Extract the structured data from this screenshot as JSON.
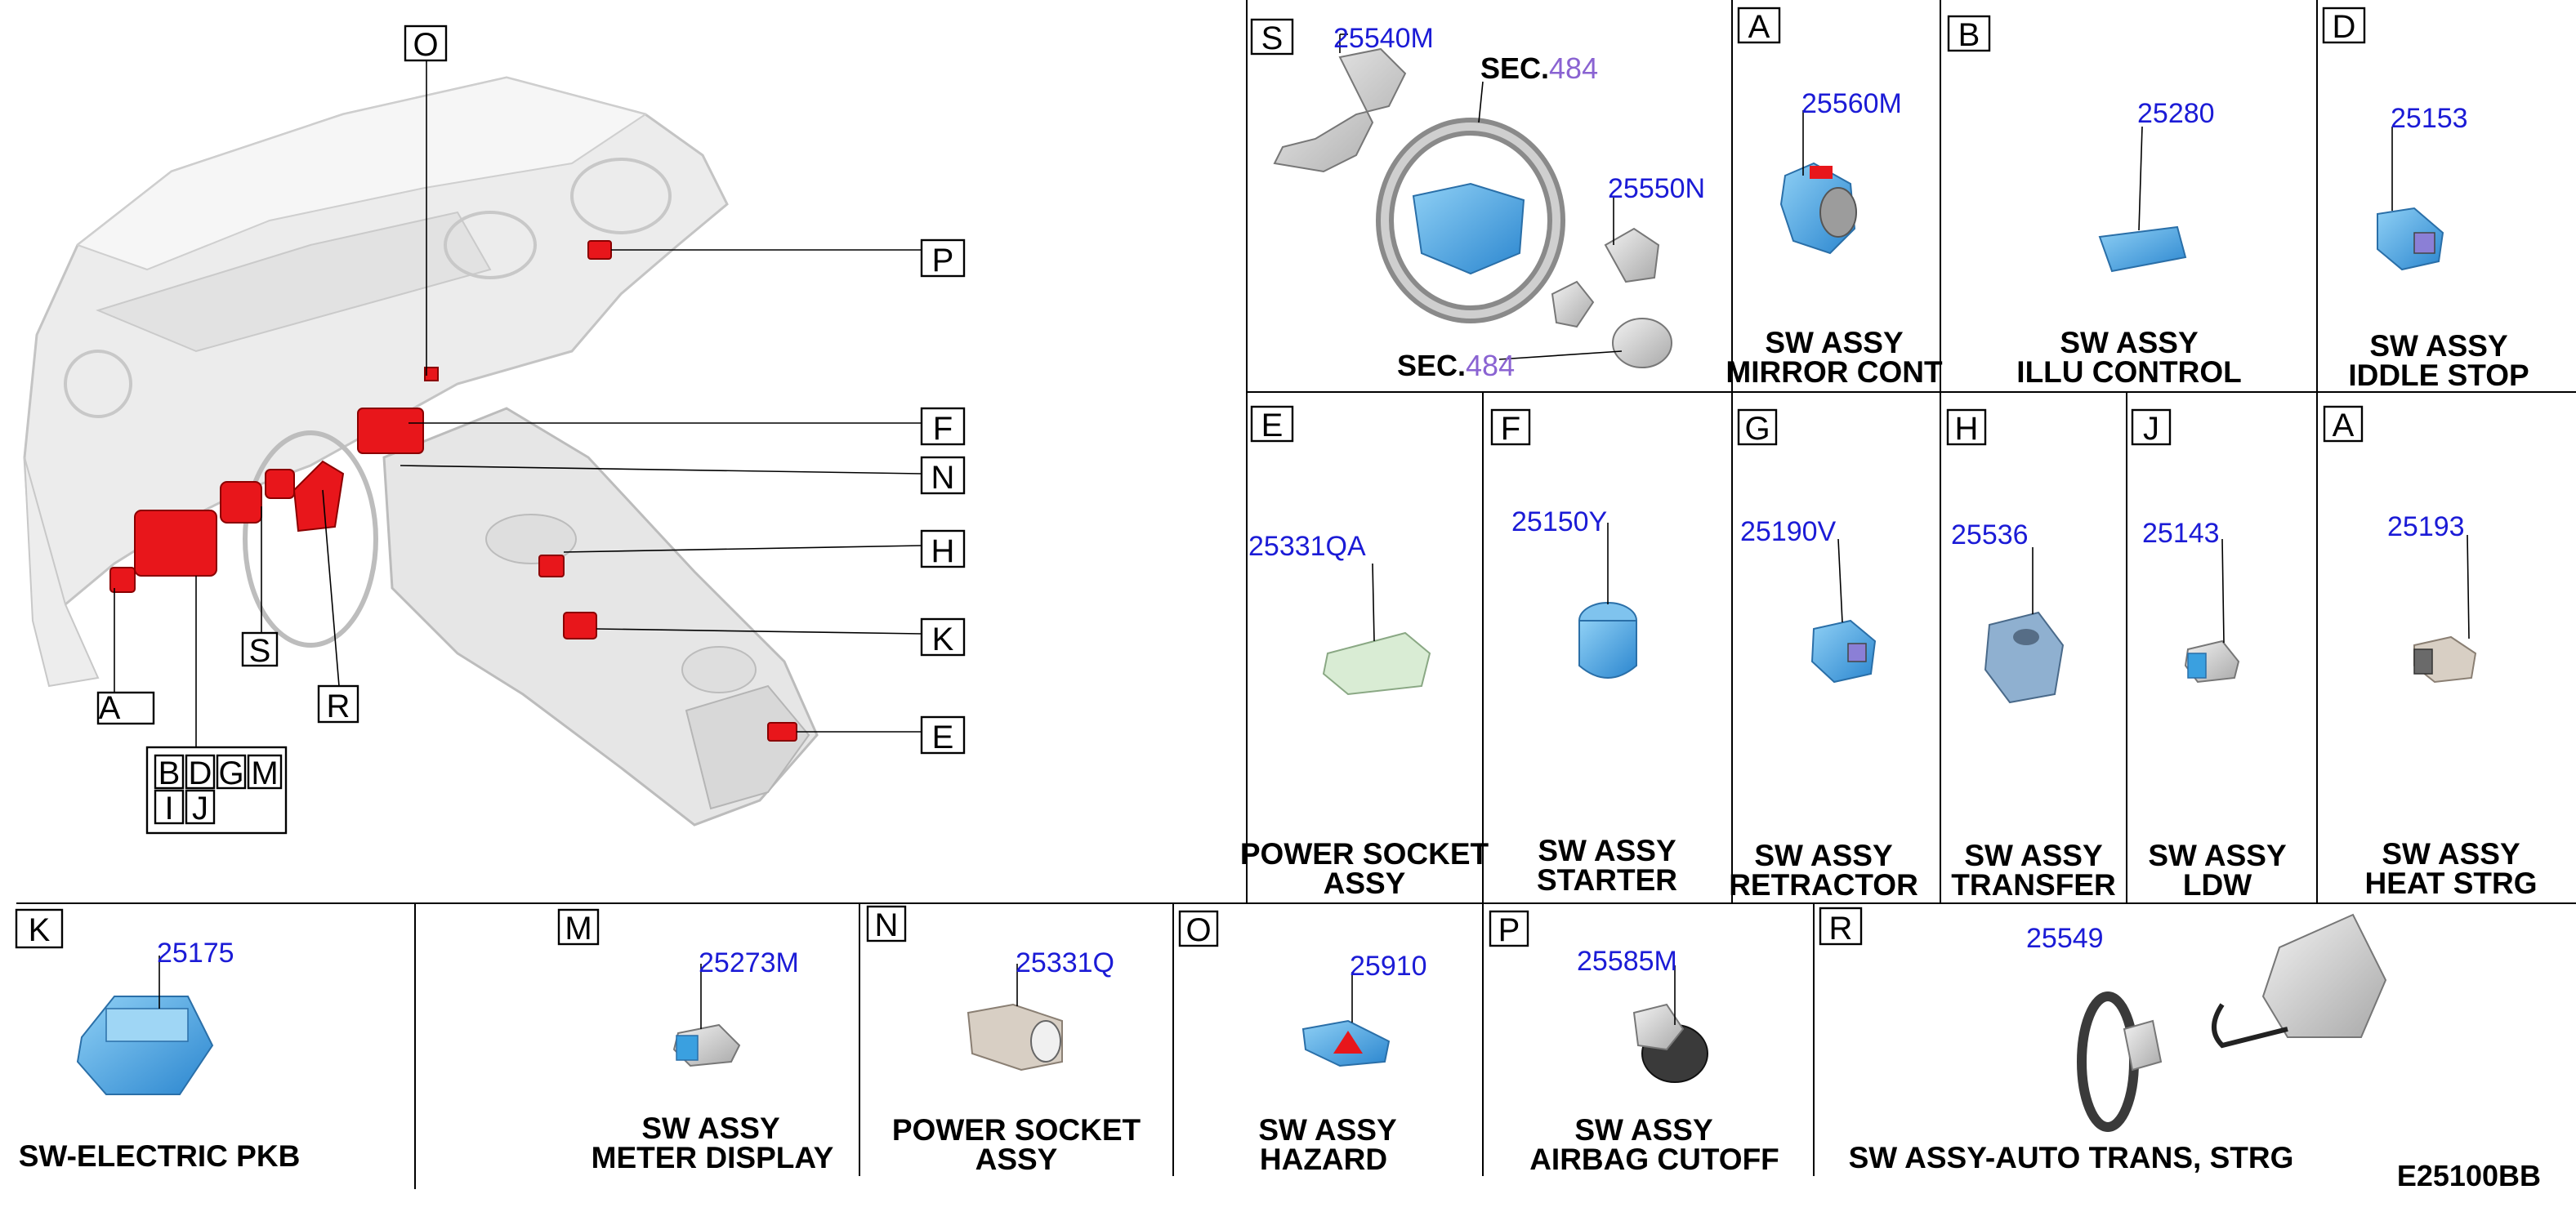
{
  "diagram_code": "E25100BB",
  "overview": {
    "callouts": [
      "O",
      "P",
      "F",
      "N",
      "H",
      "K",
      "E",
      "A",
      "S",
      "R"
    ],
    "group_row1": [
      "B",
      "D",
      "G",
      "M"
    ],
    "group_row2": [
      "I",
      "J"
    ]
  },
  "panels": {
    "S": {
      "letter": "S",
      "parts": [
        "25540M",
        "25550N"
      ],
      "sec_prefix": "SEC.",
      "sec_number": "484"
    },
    "A_top": {
      "letter": "A",
      "part": "25560M",
      "cap1": "SW ASSY",
      "cap2": "MIRROR CONT"
    },
    "B": {
      "letter": "B",
      "part": "25280",
      "cap1": "SW ASSY",
      "cap2": "ILLU CONTROL"
    },
    "D": {
      "letter": "D",
      "part": "25153",
      "cap1": "SW ASSY",
      "cap2": "IDDLE STOP"
    },
    "E": {
      "letter": "E",
      "part": "25331QA",
      "cap1": "POWER SOCKET",
      "cap2": "ASSY"
    },
    "F": {
      "letter": "F",
      "part": "25150Y",
      "cap1": "SW ASSY",
      "cap2": "STARTER"
    },
    "G": {
      "letter": "G",
      "part": "25190V",
      "cap1": "SW ASSY",
      "cap2": "RETRACTOR"
    },
    "H": {
      "letter": "H",
      "part": "25536",
      "cap1": "SW ASSY",
      "cap2": "TRANSFER"
    },
    "J": {
      "letter": "J",
      "part": "25143",
      "cap1": "SW ASSY",
      "cap2": "LDW"
    },
    "A_mid": {
      "letter": "A",
      "part": "25193",
      "cap1": "SW ASSY",
      "cap2": "HEAT STRG"
    },
    "K": {
      "letter": "K",
      "part": "25175",
      "cap1": "SW-ELECTRIC PKB"
    },
    "M": {
      "letter": "M",
      "part": "25273M",
      "cap1": "SW ASSY",
      "cap2": "METER DISPLAY"
    },
    "N": {
      "letter": "N",
      "part": "25331Q",
      "cap1": "POWER SOCKET",
      "cap2": "ASSY"
    },
    "O": {
      "letter": "O",
      "part": "25910",
      "cap1": "SW ASSY",
      "cap2": "HAZARD"
    },
    "P": {
      "letter": "P",
      "part": "25585M",
      "cap1": "SW ASSY",
      "cap2": "AIRBAG CUTOFF"
    },
    "R": {
      "letter": "R",
      "part": "25549",
      "cap1": "SW ASSY-AUTO TRANS, STRG"
    }
  },
  "colors": {
    "part_number": "#1b1bd6",
    "sec_number": "#8a63d2",
    "highlight": "#e8161b",
    "component": "#3aa0e0"
  }
}
